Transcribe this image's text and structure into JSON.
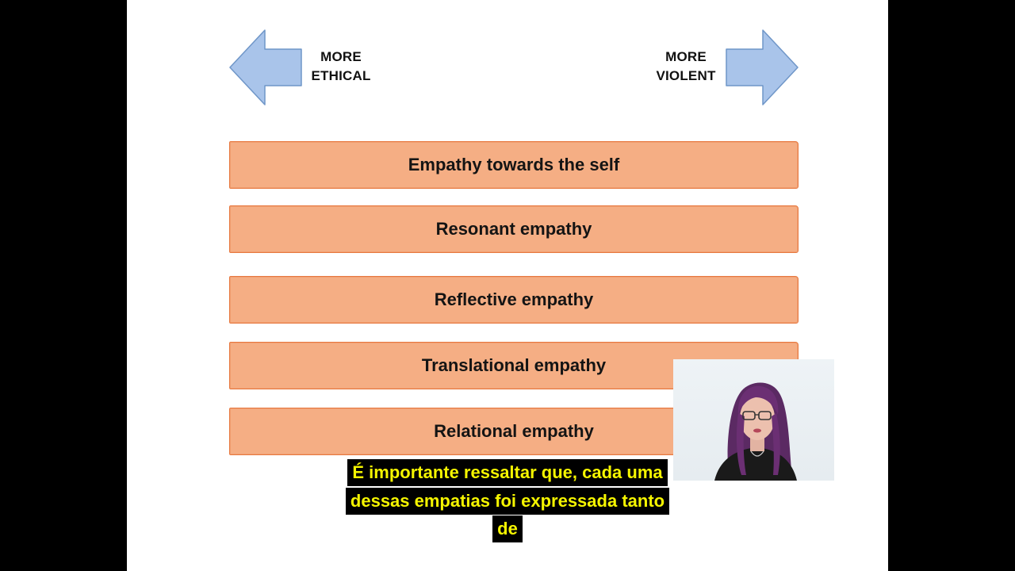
{
  "slide": {
    "left_label": [
      "MORE",
      "ETHICAL"
    ],
    "right_label": [
      "MORE",
      "VIOLENT"
    ],
    "bars": [
      "Empathy towards the self",
      "Resonant empathy",
      "Reflective empathy",
      "Translational empathy",
      "Relational empathy"
    ],
    "bar_color": "#f5ae84",
    "bar_border_color": "#e7783f",
    "arrow_color": "#a9c4ea"
  },
  "webcam": {
    "icon": "presenter-video-icon"
  },
  "caption": {
    "lines": [
      "É importante ressaltar que, cada uma",
      "dessas empatias foi expressada tanto",
      "de"
    ],
    "text_color": "#f5f500"
  }
}
